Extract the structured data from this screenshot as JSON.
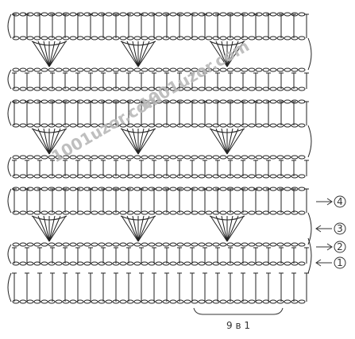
{
  "diagram": {
    "watermark": "1001uzor.com",
    "repeat_label": "9 в 1",
    "row_markers": [
      {
        "label": "4",
        "direction": "right"
      },
      {
        "label": "3",
        "direction": "left"
      },
      {
        "label": "2",
        "direction": "right"
      },
      {
        "label": "1",
        "direction": "left"
      }
    ]
  },
  "colors": {
    "ink": "#222222",
    "watermark": "#b9b9b9",
    "background": "#ffffff"
  }
}
